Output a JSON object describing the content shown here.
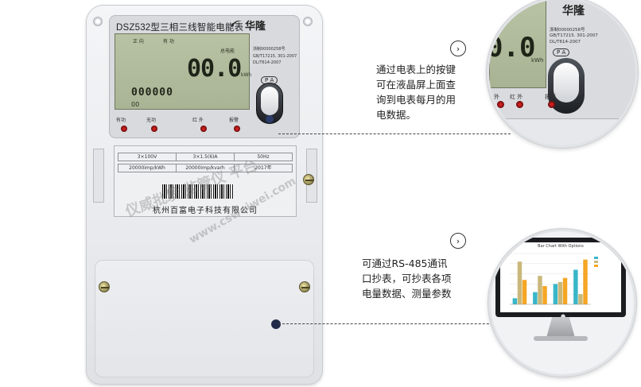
{
  "meter": {
    "model_title": "DSZ532型三相三线智能电能表",
    "brand": "华隆",
    "lcd": {
      "label_forward": "正 向",
      "label_active": "有 功",
      "label_total_energy": "总电能",
      "main_reading": "00.0",
      "unit": "kWh",
      "secondary_reading": "000000",
      "secondary_sub": "00"
    },
    "standards": [
      "GB/T17215. 301-2007",
      "DL/T614-2007"
    ],
    "approval": "浙制00000258号",
    "pa_badge": "P A",
    "indicators": [
      "有功",
      "无功",
      "红 外",
      "报警"
    ],
    "nameplate": {
      "row1": [
        "3×100V",
        "3×1.5(6)A",
        "50Hz"
      ],
      "row2": [
        "20000imp/kWh",
        "20000imp/kvarh",
        "2017年"
      ],
      "company": "杭州百富电子科技有限公司"
    },
    "watermark_text": "仪威批发 监管仪 平台",
    "watermark_url": "www.csweiwei.com"
  },
  "zoom_top": {
    "main_reading": "0.0",
    "unit": "kWh",
    "brand": "华隆",
    "approval": "浙制00000258号",
    "standards": [
      "GB/T17215. 301-2007",
      "DL/T614-2007"
    ],
    "pa_badge": "P A",
    "labels": [
      "外",
      "红 外",
      "报警"
    ]
  },
  "callout_top": {
    "arrow_icon": "›",
    "lines": [
      "通过电表上的按键",
      "可在液晶屏上面查",
      "询到电表每月的用",
      "电数据。"
    ]
  },
  "callout_bottom": {
    "arrow_icon": "›",
    "lines": [
      "可通过RS-485通讯",
      "口抄表，可抄表各项",
      "电量数据、测量参数"
    ]
  },
  "chart_data": {
    "type": "bar",
    "title": "Bar Chart With Options",
    "categories": [
      "",
      "",
      "",
      ""
    ],
    "ylim": [
      0,
      250
    ],
    "legend": "right",
    "series": [
      {
        "name": "",
        "color": "#39b6c9",
        "values": [
          30,
          60,
          100,
          170
        ]
      },
      {
        "name": "",
        "color": "#c9b87a",
        "values": [
          210,
          140,
          110,
          50
        ]
      },
      {
        "name": "",
        "color": "#f5a623",
        "values": [
          120,
          90,
          130,
          220
        ]
      }
    ]
  }
}
